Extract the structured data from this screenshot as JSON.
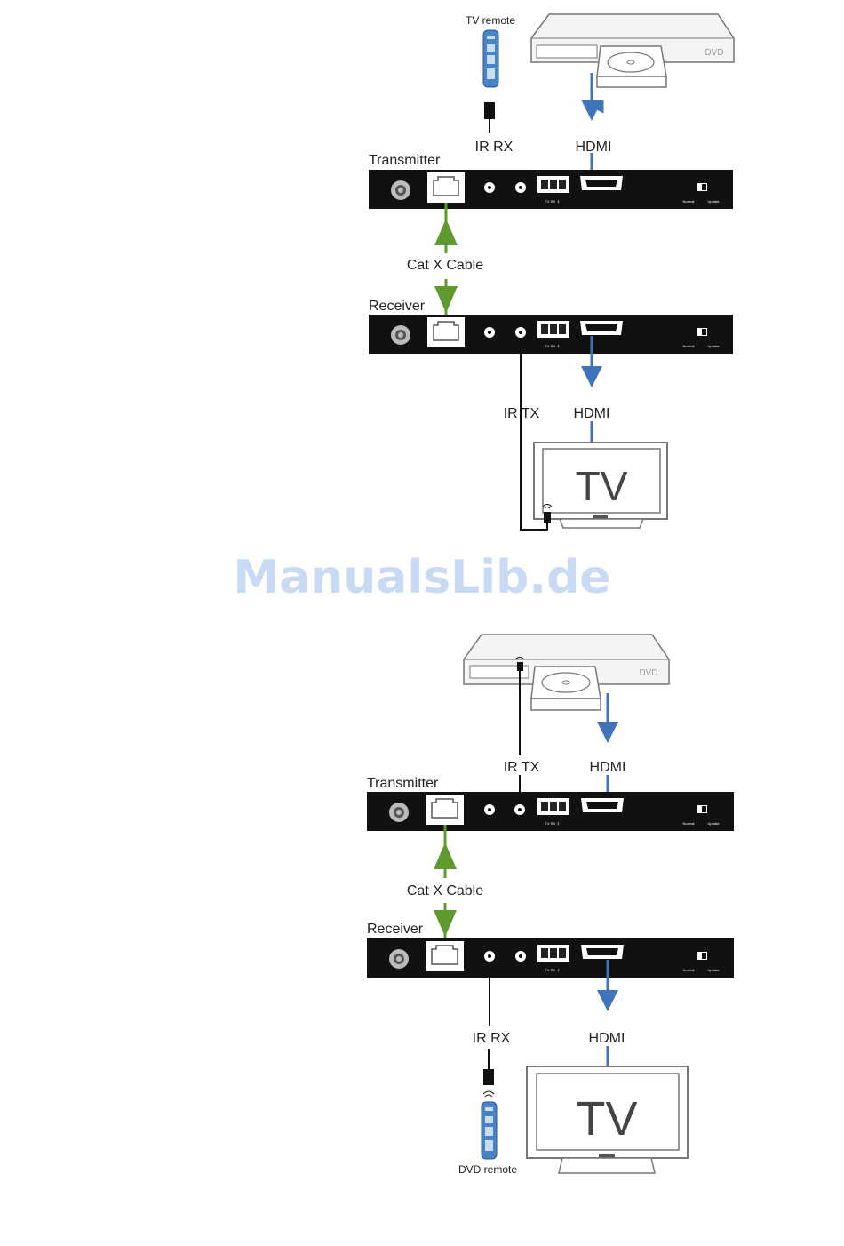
{
  "watermark": "ManualsLib.de",
  "colors": {
    "hdmi_line": "#3f74b8",
    "catx_arrow": "#5e9a2e",
    "device_body": "#111111",
    "remote_blue": "#4a82c6"
  },
  "icons": {
    "remote": "remote-control-icon",
    "ir_eye": "ir-receiver-eye-icon",
    "tv": "television-icon",
    "dvd": "dvd-player-icon",
    "rj45": "rj45-port-icon"
  },
  "diagram1": {
    "tv_remote_label": "TV remote",
    "dvd_label": "DVD",
    "ir_rx_label": "IR RX",
    "hdmi_top_label": "HDMI",
    "transmitter_label": "Transmitter",
    "catx_label": "Cat X Cable",
    "receiver_label": "Receiver",
    "ir_tx_label": "IR TX",
    "hdmi_bottom_label": "HDMI",
    "tv_label": "TV",
    "terminal_label": "TX RX ⏚",
    "switch_left_label": "Normal",
    "switch_right_label": "Update"
  },
  "diagram2": {
    "dvd_label": "DVD",
    "ir_tx_label": "IR TX",
    "hdmi_top_label": "HDMI",
    "transmitter_label": "Transmitter",
    "catx_label": "Cat X Cable",
    "receiver_label": "Receiver",
    "ir_rx_label": "IR RX",
    "hdmi_bottom_label": "HDMI",
    "tv_label": "TV",
    "dvd_remote_label": "DVD remote",
    "terminal_label": "TX RX ⏚",
    "switch_left_label": "Normal",
    "switch_right_label": "Update"
  }
}
